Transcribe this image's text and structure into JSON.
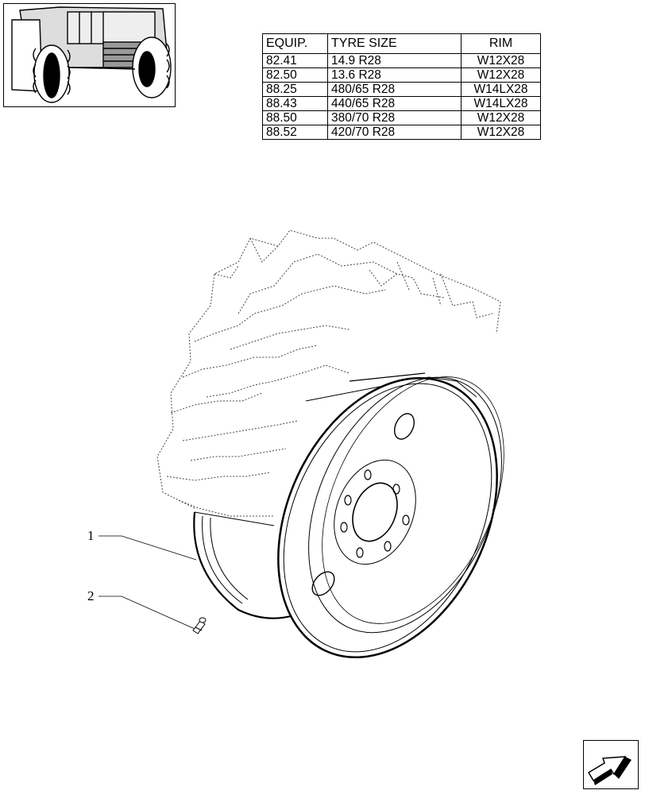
{
  "table": {
    "headers": [
      "EQUIP.",
      "TYRE SIZE",
      "RIM"
    ],
    "rows": [
      [
        "82.41",
        "14.9 R28",
        "W12X28"
      ],
      [
        "82.50",
        "13.6 R28",
        "W12X28"
      ],
      [
        "88.25",
        "480/65 R28",
        "W14LX28"
      ],
      [
        "88.43",
        "440/65 R28",
        "W14LX28"
      ],
      [
        "88.50",
        "380/70 R28",
        "W12X28"
      ],
      [
        "88.52",
        "420/70 R28",
        "W12X28"
      ]
    ]
  },
  "callouts": {
    "wheel_rim": "1",
    "valve": "2"
  },
  "icons": {
    "thumbnail": "tractor-thumbnail-icon",
    "nav": "next-page-arrow-icon"
  }
}
